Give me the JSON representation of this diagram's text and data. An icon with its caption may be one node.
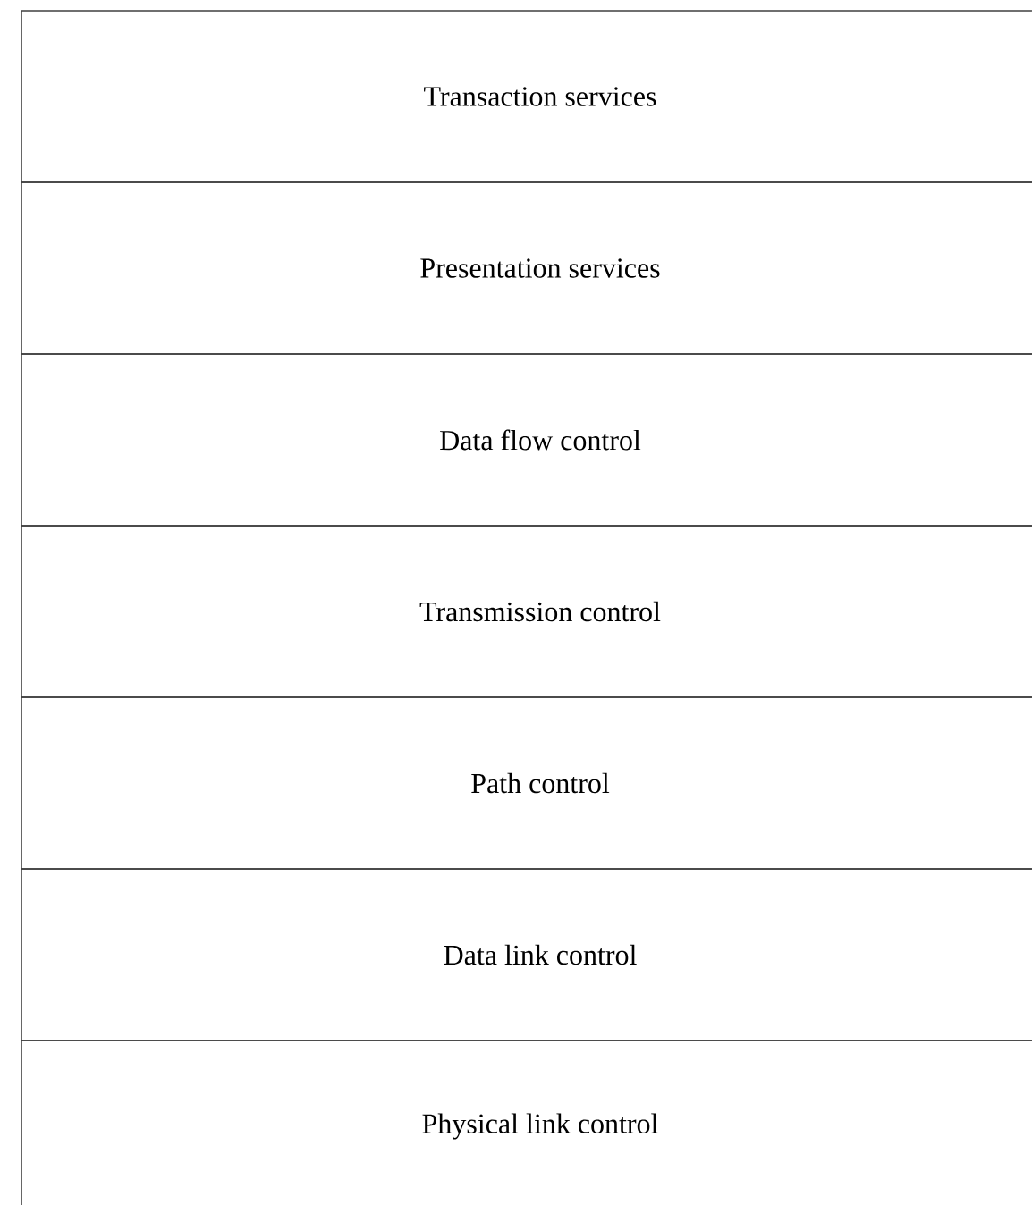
{
  "diagram": {
    "nodes": [
      {
        "text": [
          "Transaction services"
        ]
      },
      {
        "text": [
          "Presentation services"
        ]
      },
      {
        "text": [
          "Data flow control"
        ]
      },
      {
        "text": [
          "Transmission control"
        ]
      },
      {
        "text": [
          "Path control"
        ]
      },
      {
        "text": [
          "Data link control"
        ]
      },
      {
        "text": [
          "Physical link control"
        ]
      }
    ]
  }
}
